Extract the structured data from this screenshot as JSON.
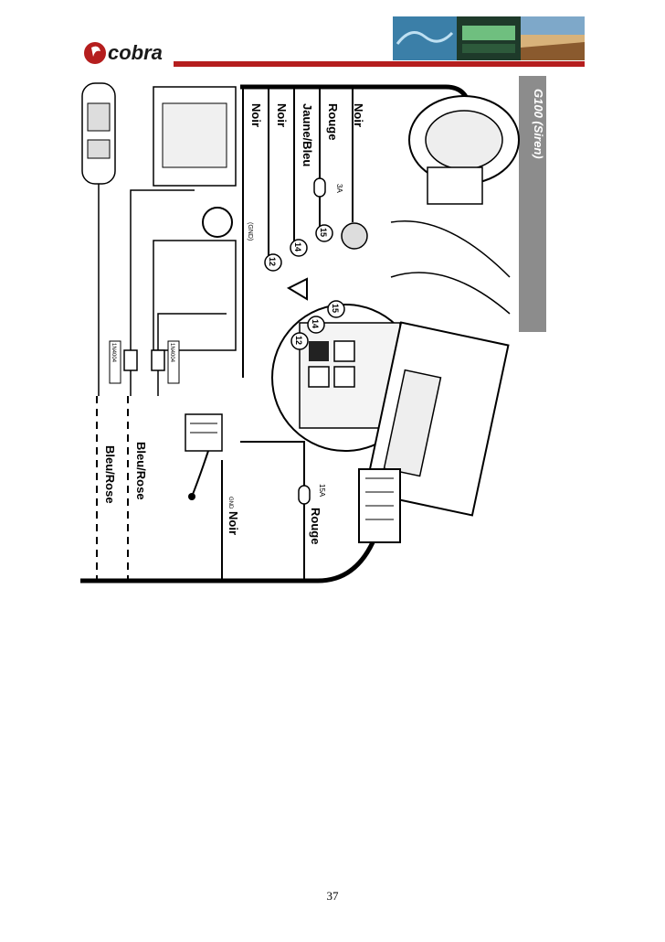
{
  "brand": {
    "logo_text": "cobra",
    "accent_color": "#b51e1e"
  },
  "title_tab": {
    "text": "G100 (Siren)"
  },
  "wires_top": [
    {
      "color": "Noir",
      "symbol": ""
    },
    {
      "color": "Rouge",
      "fuse": "3A",
      "pin": "15"
    },
    {
      "color": "Jaune/Bleu",
      "pin": "14"
    },
    {
      "color": "Noir",
      "pin": "12"
    },
    {
      "color": "Noir",
      "note": "(GND)"
    }
  ],
  "wires_bottom": {
    "rouge": "Rouge",
    "rouge_fuse": "15A",
    "noir": "Noir",
    "noir_note": "GND",
    "bleu_rose_1": "Bleu/Rose",
    "bleu_rose_2": "Bleu/Rose"
  },
  "diodes": [
    "1N4004",
    "1N4004"
  ],
  "connector_pins": [
    "15",
    "14",
    "12"
  ],
  "page_number": "37"
}
